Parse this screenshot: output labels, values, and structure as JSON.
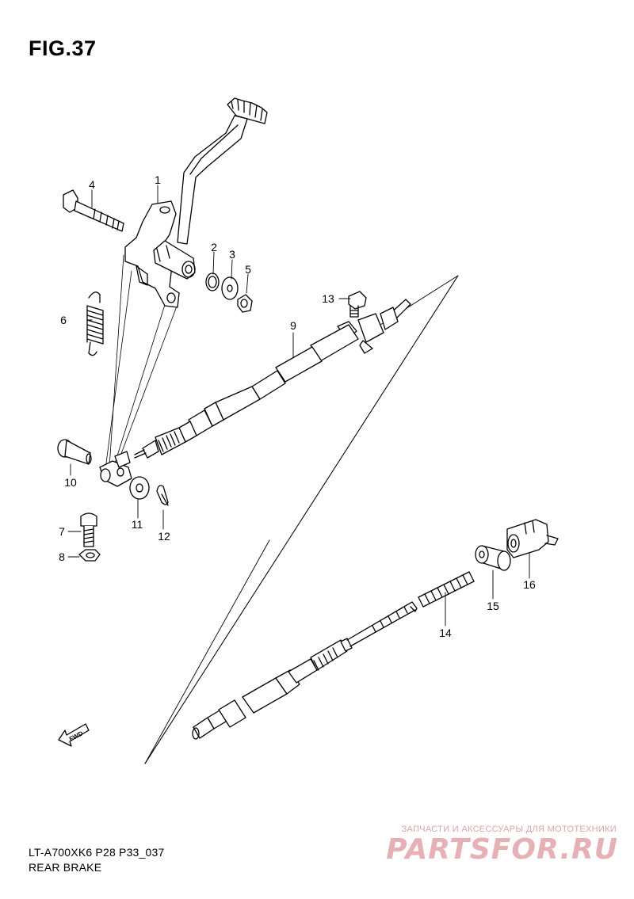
{
  "figure": {
    "title": "FIG.37"
  },
  "parts": [
    {
      "number": "1"
    },
    {
      "number": "2"
    },
    {
      "number": "3"
    },
    {
      "number": "4"
    },
    {
      "number": "5"
    },
    {
      "number": "6"
    },
    {
      "number": "7"
    },
    {
      "number": "8"
    },
    {
      "number": "9"
    },
    {
      "number": "10"
    },
    {
      "number": "11"
    },
    {
      "number": "12"
    },
    {
      "number": "13"
    },
    {
      "number": "14"
    },
    {
      "number": "15"
    },
    {
      "number": "16"
    }
  ],
  "fwd_label": "FWD",
  "footer": {
    "model_code": "LT-A700XK6 P28 P33_037",
    "section_name": "REAR BRAKE"
  },
  "watermark": {
    "tagline": "ЗАПЧАСТИ И АКСЕССУАРЫ ДЛЯ МОТОТЕХНИКИ",
    "logo": "PARTSFOR.RU"
  },
  "colors": {
    "line": "#000000",
    "watermark": "#e2a3a8"
  }
}
